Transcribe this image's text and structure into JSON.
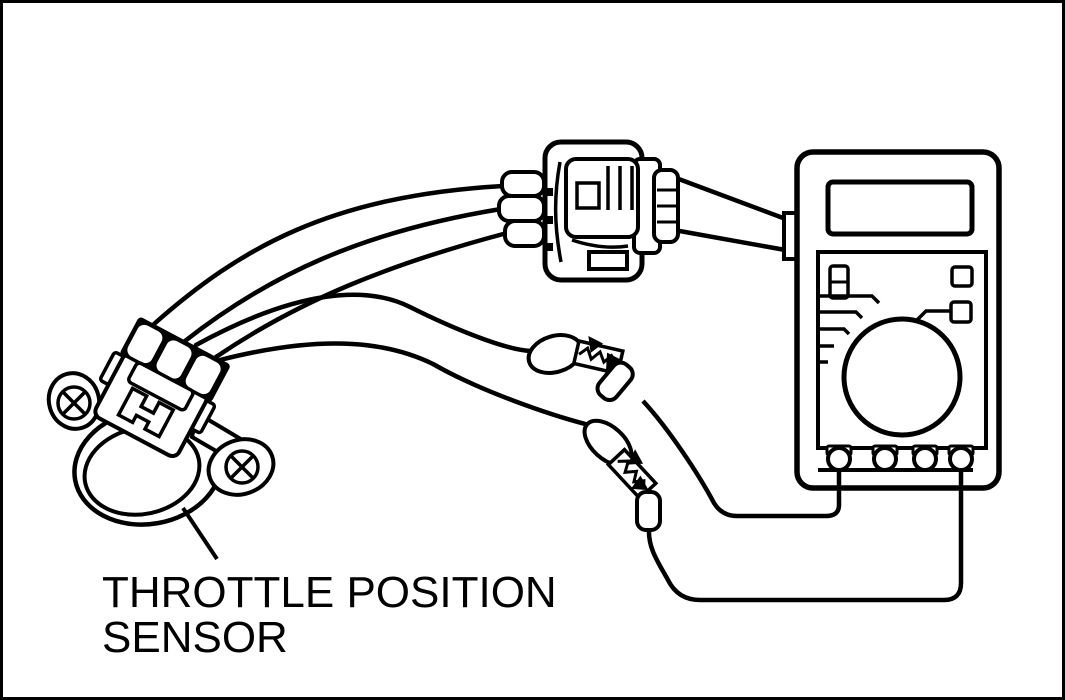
{
  "figure": {
    "type": "automotive-test-wiring-diagram",
    "label": {
      "line1": "THROTTLE POSITION",
      "line2": "SENSOR"
    },
    "parts": {
      "sensor": "throttle-position-sensor",
      "sensor_connector": "sensor-connector",
      "harness_connector": "harness-connector",
      "probe_upper": "jumper-lead-with-alligator-clip-upper",
      "probe_lower": "jumper-lead-with-alligator-clip-lower",
      "meter": "digital-multimeter"
    },
    "colors": {
      "line": "#000000",
      "background": "#ffffff"
    }
  }
}
